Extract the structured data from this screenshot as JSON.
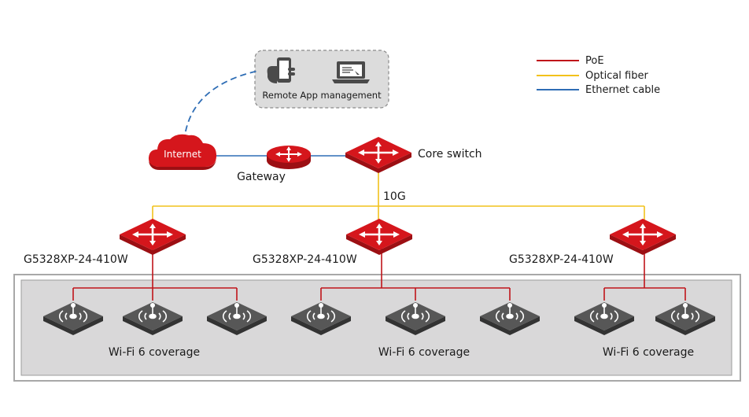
{
  "legend": [
    {
      "label": "PoE",
      "color": "#c0141a"
    },
    {
      "label": "Optical fiber",
      "color": "#f2c21b"
    },
    {
      "label": "Ethernet cable",
      "color": "#2e6db5"
    }
  ],
  "remote": {
    "label": "Remote App management"
  },
  "internet": {
    "label": "Internet"
  },
  "gateway": {
    "label": "Gateway"
  },
  "core_switch": {
    "label": "Core switch"
  },
  "uplink": {
    "label": "10G"
  },
  "access_switches": [
    {
      "label": "G5328XP-24-410W"
    },
    {
      "label": "G5328XP-24-410W"
    },
    {
      "label": "G5328XP-24-410W"
    }
  ],
  "coverage": [
    {
      "label": "Wi-Fi 6 coverage",
      "ap_count": 3
    },
    {
      "label": "Wi-Fi 6 coverage",
      "ap_count": 3
    },
    {
      "label": "Wi-Fi 6 coverage",
      "ap_count": 2
    }
  ],
  "colors": {
    "poe": "#c0141a",
    "fiber": "#f2c21b",
    "ethernet": "#2e6db5",
    "device_red": "#d5161c",
    "ap_dark": "#545454",
    "zone_bg": "#d9d8d9",
    "remote_bg": "#dcdcdc"
  }
}
